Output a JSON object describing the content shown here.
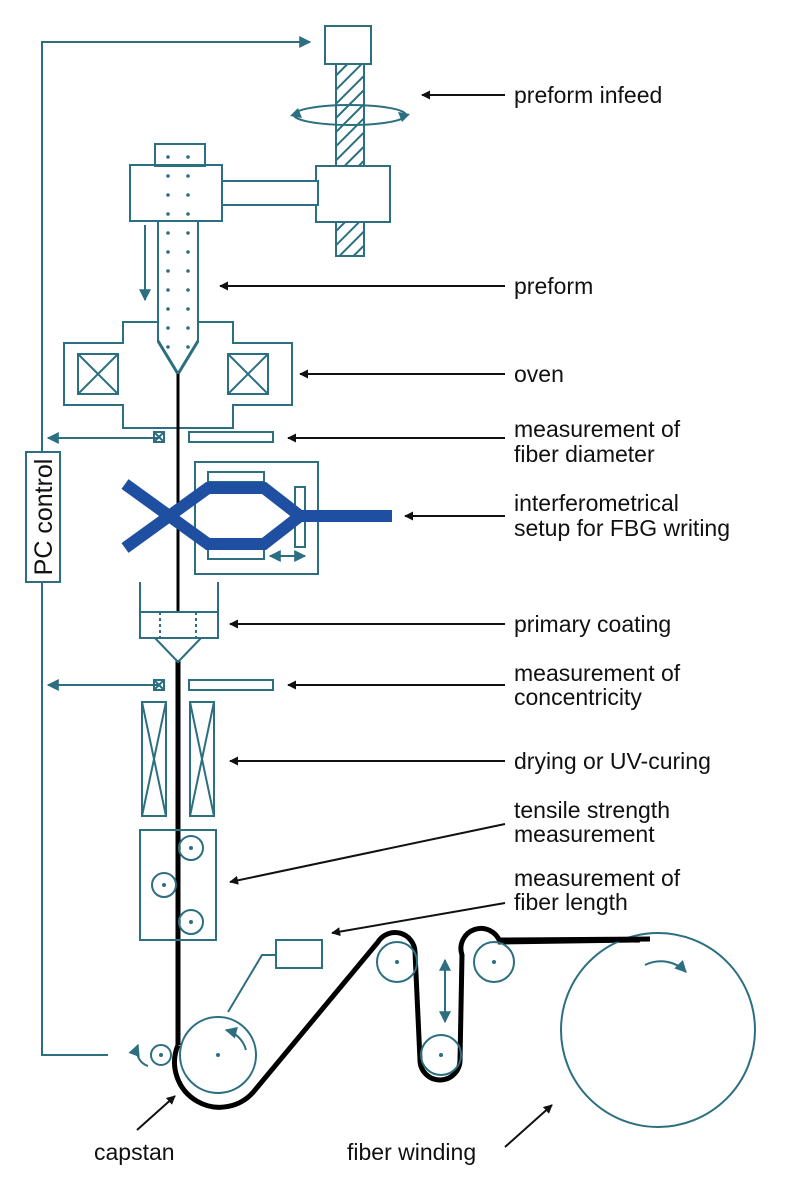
{
  "labels": {
    "preform_infeed": "preform infeed",
    "preform": "preform",
    "oven": "oven",
    "fiber_diameter_1": "measurement of",
    "fiber_diameter_2": "fiber diameter",
    "interferometric_1": "interferometrical",
    "interferometric_2": "setup for FBG writing",
    "primary_coating": "primary coating",
    "concentricity_1": "measurement of",
    "concentricity_2": "concentricity",
    "drying": "drying or UV-curing",
    "tensile_1": "tensile strength",
    "tensile_2": "measurement",
    "fiber_length_1": "measurement of",
    "fiber_length_2": "fiber length",
    "capstan": "capstan",
    "fiber_winding": "fiber winding",
    "pc_control": "PC control"
  },
  "colors": {
    "diagram_lines": "#2b6f80",
    "laser_beam": "#1f4fa0",
    "fiber": "#000000",
    "text": "#111111"
  }
}
